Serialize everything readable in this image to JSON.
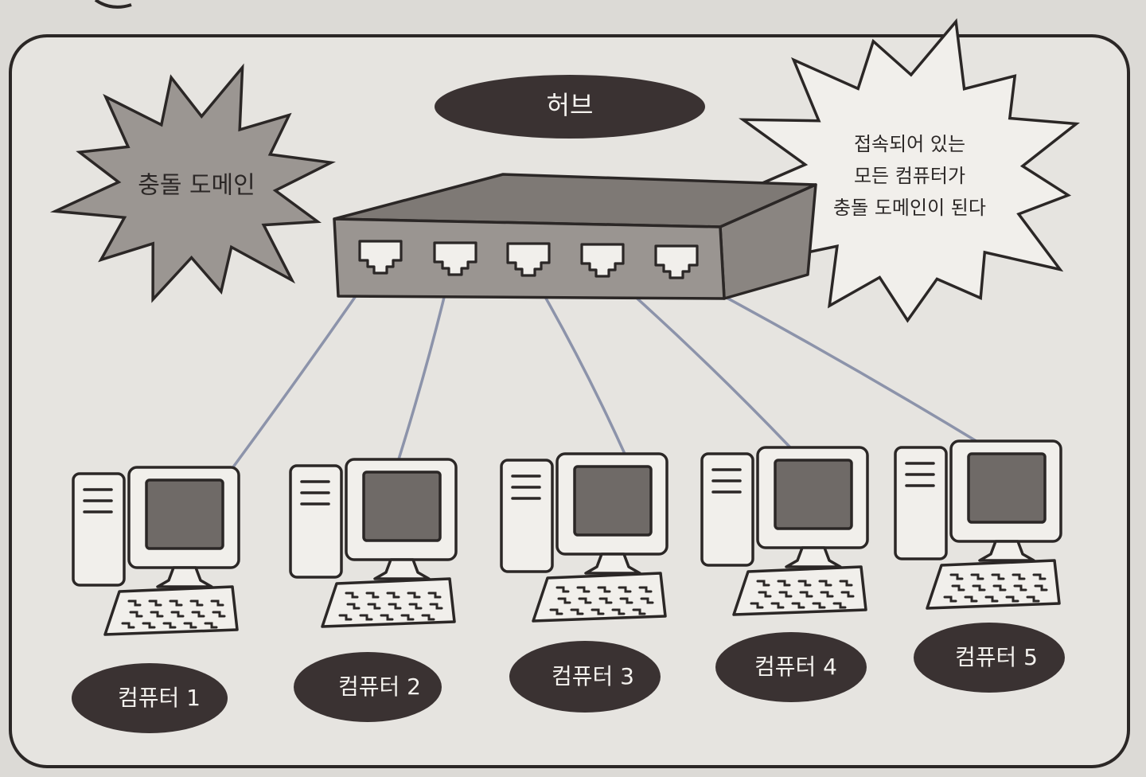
{
  "hub": {
    "label": "허브",
    "port_count": 5
  },
  "bursts": {
    "collision_domain": {
      "label": "충돌 도메인"
    },
    "note": {
      "lines": [
        "접속되어 있는",
        "모든 컴퓨터가",
        "충돌 도메인이 된다"
      ]
    }
  },
  "computers": [
    {
      "label": "컴퓨터 1"
    },
    {
      "label": "컴퓨터 2"
    },
    {
      "label": "컴퓨터 3"
    },
    {
      "label": "컴퓨터 4"
    },
    {
      "label": "컴퓨터 5"
    }
  ],
  "colors": {
    "ink": "#2b2726",
    "page": "#dcdad6",
    "panel": "#e6e4e0",
    "pill": "#3a3232",
    "pill_text": "#f4f2ee",
    "hub_front": "#9a9591",
    "hub_top": "#7e7975",
    "burst_gray": "#9b9692",
    "screen": "#6f6a67",
    "cable": "#8c93aa",
    "paper_white": "#f1efeb"
  }
}
